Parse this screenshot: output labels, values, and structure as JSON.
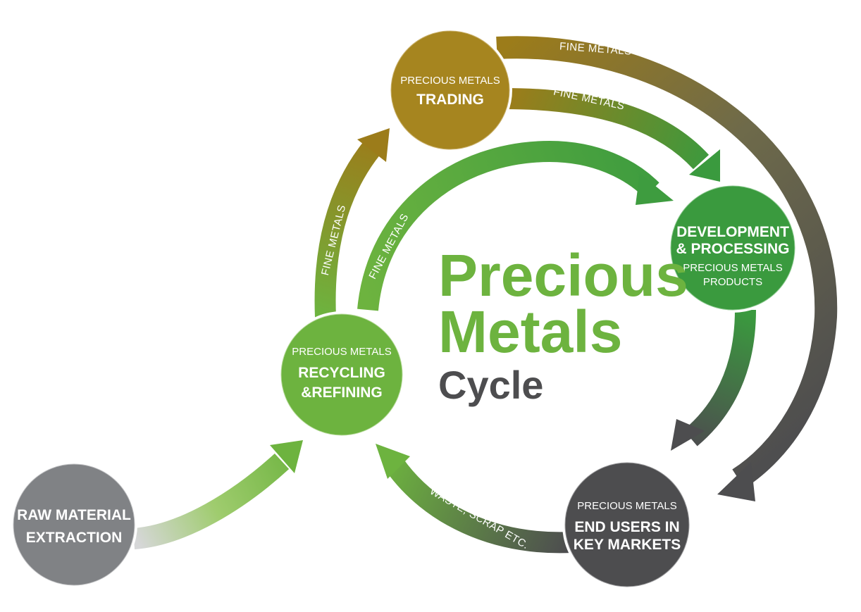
{
  "title": {
    "line1": "Precious",
    "line2": "Metals",
    "line3": "Cycle"
  },
  "nodes": {
    "trading": {
      "small": "PRECIOUS METALS",
      "bold": "TRADING"
    },
    "development": {
      "bold1": "DEVELOPMENT",
      "bold2": "& PROCESSING",
      "small1": "PRECIOUS METALS",
      "small2": "PRODUCTS"
    },
    "recycling": {
      "small": "PRECIOUS METALS",
      "bold1": "RECYCLING",
      "bold2": "&REFINING"
    },
    "end_users": {
      "small": "PRECIOUS METALS",
      "bold1": "END USERS IN",
      "bold2": "KEY MARKETS"
    },
    "raw": {
      "bold1": "RAW MATERIAL",
      "bold2": "EXTRACTION"
    }
  },
  "flows": {
    "outer_top": "FINE METALS",
    "inner_top": "FINE METALS",
    "left_up": "FINE METALS",
    "green_up": "FINE METALS",
    "waste": "WASTE, SCRAP ETC."
  },
  "colors": {
    "green": "#6db33f",
    "dark_green": "#3a9a3e",
    "olive": "#9c7c1a",
    "gray": "#4d4d4f",
    "raw_gray": "#808285"
  }
}
